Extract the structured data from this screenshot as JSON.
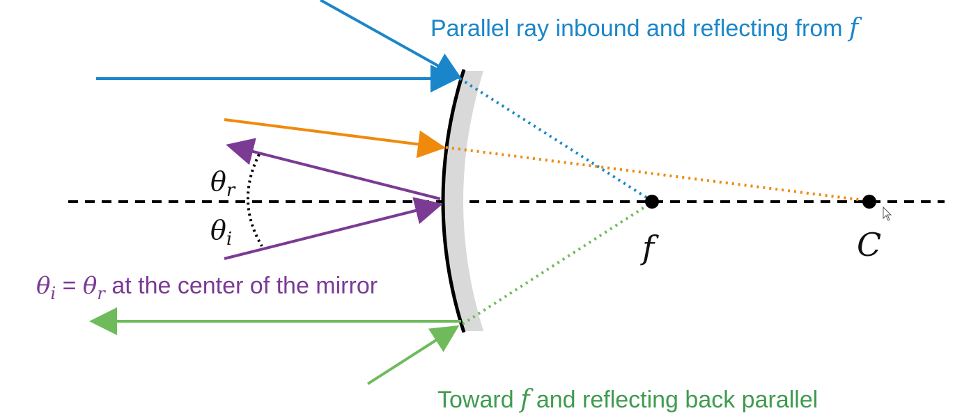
{
  "colors": {
    "blue": "#1a86c9",
    "orange": "#ef8a0c",
    "purple": "#7b3a94",
    "green": "#6fbb5c",
    "green_text": "#3f9b4f",
    "mirror_gray": "#d9d9d9",
    "black": "#000000"
  },
  "captions": {
    "parallel": {
      "prefix": "Parallel ray inbound and reflecting from ",
      "symbol": "f"
    },
    "toward": {
      "prefix": "Toward ",
      "symbol": "f",
      "suffix": " and reflecting back parallel"
    },
    "center": {
      "theta_i": "θ",
      "sub_i": "i",
      "equals": " = ",
      "theta_r": "θ",
      "sub_r": "r",
      "suffix": " at the center of the mirror"
    }
  },
  "angle_labels": {
    "reflected": {
      "theta": "θ",
      "sub": "r"
    },
    "incident": {
      "theta": "θ",
      "sub": "i"
    }
  },
  "points": {
    "focal": "f",
    "center": "C"
  }
}
